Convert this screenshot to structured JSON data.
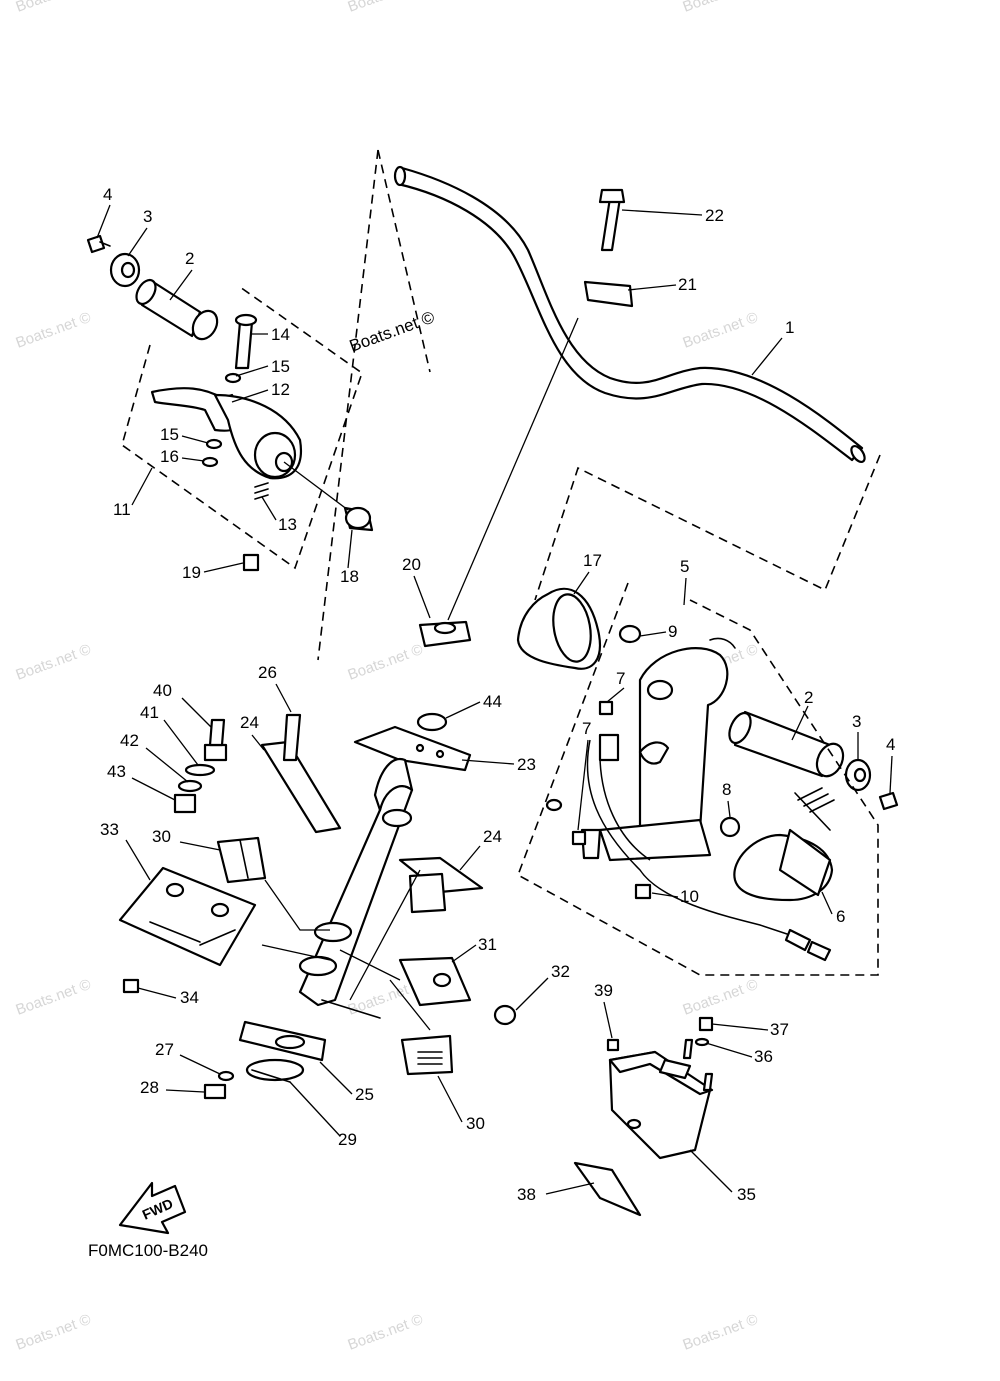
{
  "diagram": {
    "part_code": "F0MC100-B240",
    "fwd_label": "FWD",
    "watermark_main": "Boats.net ©",
    "watermark_faint": "Boats.net ©",
    "callouts": [
      "1",
      "2",
      "3",
      "4",
      "5",
      "6",
      "7",
      "8",
      "9",
      "10",
      "11",
      "12",
      "13",
      "14",
      "15",
      "16",
      "17",
      "18",
      "19",
      "20",
      "21",
      "22",
      "23",
      "24",
      "25",
      "26",
      "27",
      "28",
      "29",
      "30",
      "31",
      "32",
      "33",
      "34",
      "35",
      "36",
      "37",
      "38",
      "39",
      "40",
      "41",
      "42",
      "43",
      "44"
    ]
  }
}
